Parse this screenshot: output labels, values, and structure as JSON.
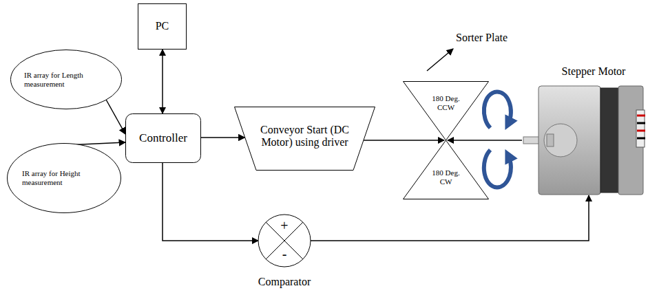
{
  "diagram": {
    "nodes": [
      {
        "text": [
          "PC"
        ]
      },
      {
        "text": [
          "IR array for Length measurement"
        ]
      },
      {
        "text": [
          "Controller"
        ]
      },
      {
        "text": [
          "IR array for Height measurement"
        ]
      },
      {
        "text": [
          "Conveyor Start (DC Motor) using driver"
        ]
      },
      {
        "text": [
          "+",
          "-",
          "Comparator"
        ]
      },
      {
        "text": [
          "180 Deg. CCW",
          "180 Deg. CW"
        ]
      },
      {
        "text": [
          "Stepper Motor"
        ]
      }
    ],
    "edges": [
      {
        "from": 0,
        "to": 2,
        "arrow": "both"
      },
      {
        "from": 1,
        "to": 2,
        "arrow": "to"
      },
      {
        "from": 3,
        "to": 2,
        "arrow": "to"
      },
      {
        "from": 2,
        "to": 4,
        "arrow": "to"
      },
      {
        "from": 4,
        "to": 6,
        "arrow": "to"
      },
      {
        "from": 7,
        "to": 6,
        "arrow": "to"
      },
      {
        "from": 2,
        "to": 5,
        "arrow": "to"
      },
      {
        "from": 5,
        "to": 7,
        "arrow": "to"
      }
    ],
    "labels": [
      "Sorter Plate"
    ]
  }
}
